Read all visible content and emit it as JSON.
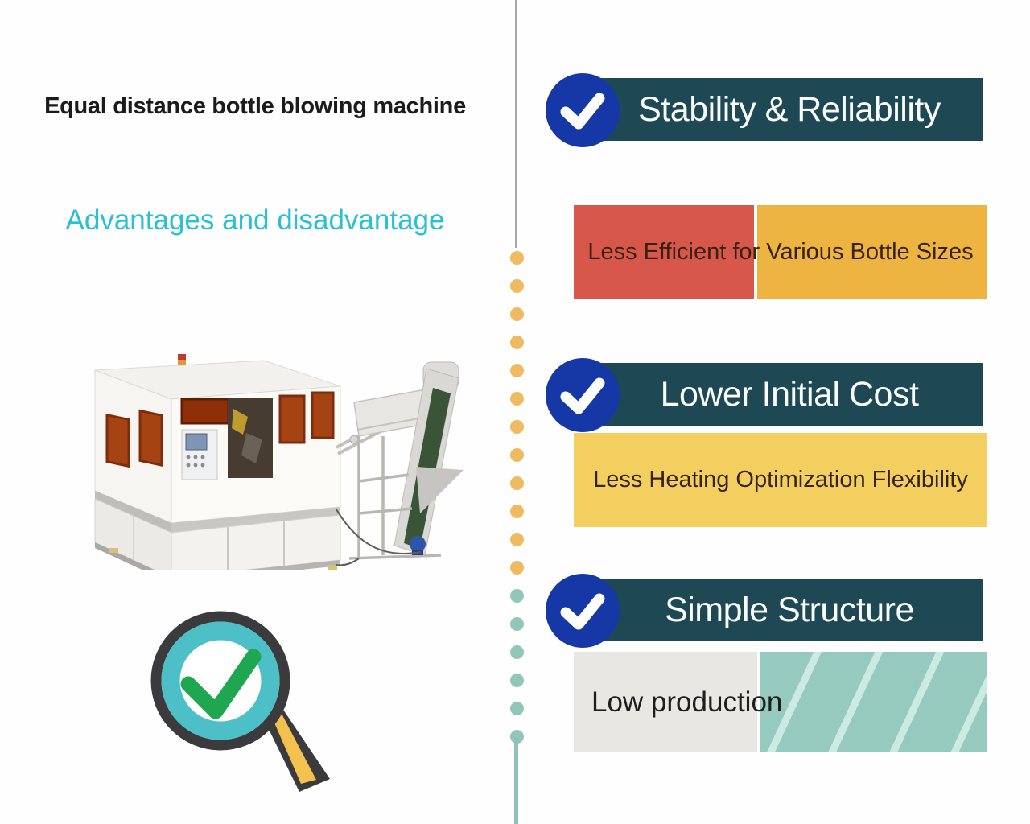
{
  "left_panel": {
    "title": "Equal distance bottle blowing machine",
    "subtitle": "Advantages and disadvantage",
    "machine_illustration": "bottle-blowing-machine-with-outfeed-conveyor",
    "magnifier_icon": "magnifier-with-green-check"
  },
  "divider": {
    "orange_dot_count": 12,
    "teal_dot_count": 6,
    "orange_dot_color": "#efba60",
    "teal_dot_color": "#93c6bb",
    "top_line_color": "#a5a9ab",
    "bottom_line_color": "#8fc0ba"
  },
  "sections": [
    {
      "title": "Stability & Reliability",
      "note": "Less Efficient for Various Bottle Sizes",
      "note_band_style": "split-red-amber"
    },
    {
      "title": "Lower Initial Cost",
      "note": "Less Heating Optimization Flexibility",
      "note_band_style": "yellow"
    },
    {
      "title": "Simple Structure",
      "note": "Low production",
      "note_band_style": "gray-plus-teal-striped"
    }
  ],
  "colors": {
    "header_banner": "#1e4854",
    "check_circle_blue": "#1638a6",
    "red_block": "#d7584a",
    "amber_block": "#eeb441",
    "yellow_block": "#f3cf5f",
    "gray_block": "#e9e7e3",
    "teal_block": "#97cabf",
    "teal_stripe": "#cbeae1",
    "subtitle_cyan": "#2ac0d4",
    "note_text": "#38220f",
    "magnifier_ring_teal": "#4cc0c6",
    "magnifier_check_green": "#1ea750",
    "magnifier_handle_yellow": "#f2c14e"
  }
}
